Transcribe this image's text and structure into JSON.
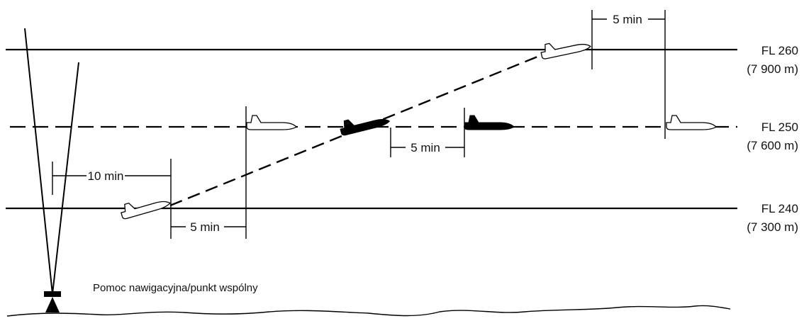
{
  "levels": [
    {
      "fl": "FL 260",
      "alt": "(7 900 m)"
    },
    {
      "fl": "FL 250",
      "alt": "(7 600 m)"
    },
    {
      "fl": "FL 240",
      "alt": "(7 300 m)"
    }
  ],
  "intervals": {
    "ten": "10 min",
    "five_low": "5 min",
    "five_mid": "5 min",
    "five_top": "5 min"
  },
  "nav_aid_label": "Pomoc nawigacyjna/punkt wspólny"
}
